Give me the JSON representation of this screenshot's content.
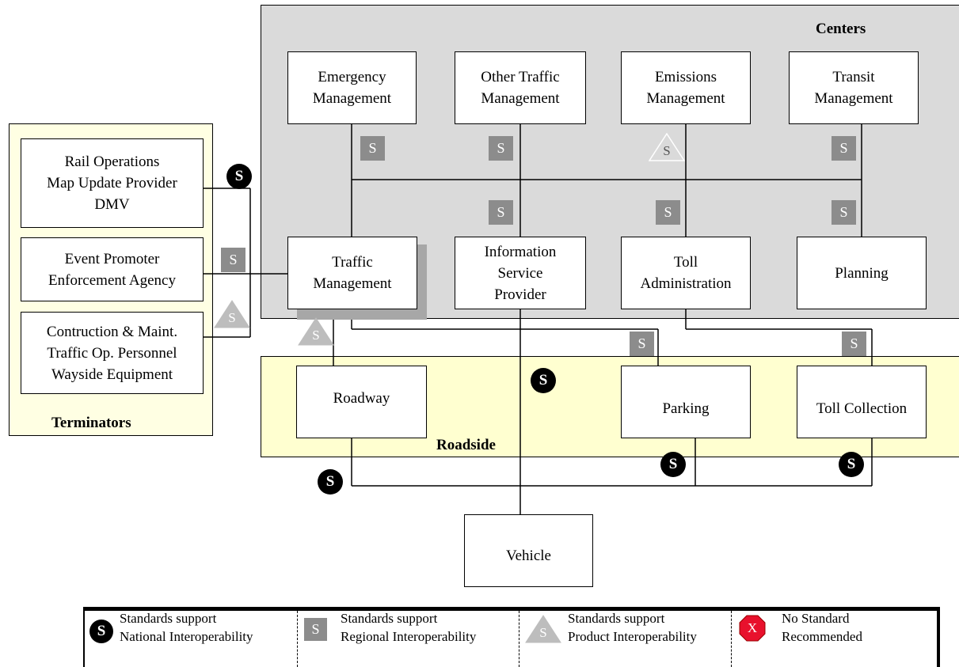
{
  "regions": {
    "centers": "Centers",
    "terminators": "Terminators",
    "roadside": "Roadside"
  },
  "nodes": {
    "emergency": "Emergency\nManagement",
    "other_traffic": "Other Traffic\nManagement",
    "emissions": "Emissions\nManagement",
    "transit": "Transit\nManagement",
    "traffic": "Traffic\nManagement",
    "isp": "Information\nService\nProvider",
    "toll_admin": "Toll\nAdministration",
    "planning": "Planning",
    "roadway": "Roadway",
    "parking": "Parking",
    "toll_collection": "Toll Collection",
    "vehicle": "Vehicle",
    "term_1": "Rail Operations\nMap Update Provider\nDMV",
    "term_2": "Event Promoter\nEnforcement Agency",
    "term_3": "Contruction & Maint.\nTraffic Op. Personnel\nWayside Equipment"
  },
  "badge_letters": {
    "standard": "S",
    "none": "X"
  },
  "legend": [
    {
      "symbol": "national",
      "text": "Standards support\nNational Interoperability"
    },
    {
      "symbol": "regional",
      "text": "Standards support\nRegional Interoperability"
    },
    {
      "symbol": "product",
      "text": "Standards support\nProduct Interoperability"
    },
    {
      "symbol": "none",
      "text": "No Standard\nRecommended"
    }
  ],
  "colors": {
    "centers_bg": "#dadada",
    "terminators_bg": "#ffffe3",
    "roadside_bg": "#ffffd0",
    "regional_badge": "#8c8c8c",
    "product_badge": "#bdbdbd",
    "national_badge": "#000000",
    "no_standard_badge": "#e8112d"
  }
}
